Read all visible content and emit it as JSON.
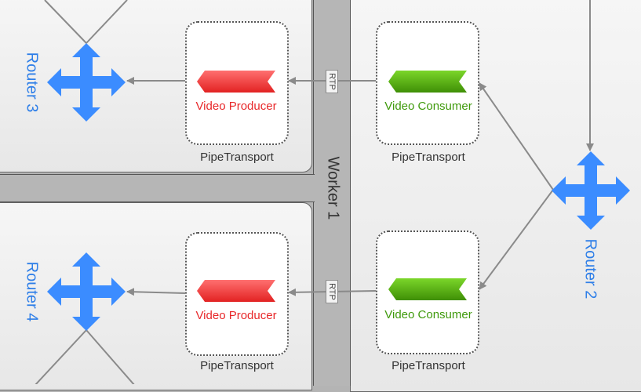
{
  "diagram": {
    "worker_label": "Worker 1",
    "rtp_label": "RTP",
    "routers": {
      "router_3": "Router 3",
      "router_4": "Router 4",
      "router_2": "Router 2"
    },
    "producers": {
      "top": "Video Producer",
      "bottom": "Video Producer"
    },
    "consumers": {
      "top": "Video Consumer",
      "bottom": "Video Consumer"
    },
    "transports": {
      "top_left": "PipeTransport",
      "bottom_left": "PipeTransport",
      "top_right": "PipeTransport",
      "bottom_right": "PipeTransport"
    },
    "colors": {
      "router": "#3b8cff",
      "producer": "#ee3a3a",
      "consumer": "#4fa50c",
      "arrow": "#8a8a8a"
    },
    "icons": {
      "router": "router-move-icon",
      "producer": "producer-chevron-icon",
      "consumer": "consumer-chevron-icon"
    }
  }
}
